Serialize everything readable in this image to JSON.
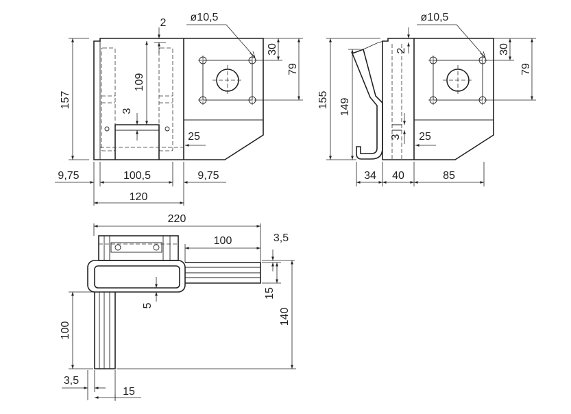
{
  "front_view": {
    "dims": {
      "height_total": "157",
      "height_inner": "109",
      "gap_top": "2",
      "thickness": "3",
      "offset_25": "25",
      "left_margin": "9,75",
      "inner_width": "100,5",
      "right_margin": "9,75",
      "width_total": "120",
      "hole_diameter": "ø10,5",
      "hole_offset": "30",
      "hole_spacing": "79"
    }
  },
  "side_view": {
    "dims": {
      "height_total": "155",
      "height_inner": "149",
      "gap_top": "2",
      "thickness": "3",
      "offset_25": "25",
      "depth_34": "34",
      "depth_40": "40",
      "plate_85": "85",
      "hole_diameter": "ø10,5",
      "hole_offset": "30",
      "hole_spacing": "79"
    }
  },
  "top_view": {
    "dims": {
      "width_total": "220",
      "arm_length": "100",
      "offset_35_right": "3,5",
      "arm_width_right": "15",
      "depth_140": "140",
      "wall_5": "5",
      "leg_100": "100",
      "offset_35_bottom": "3,5",
      "leg_width_15": "15"
    }
  }
}
